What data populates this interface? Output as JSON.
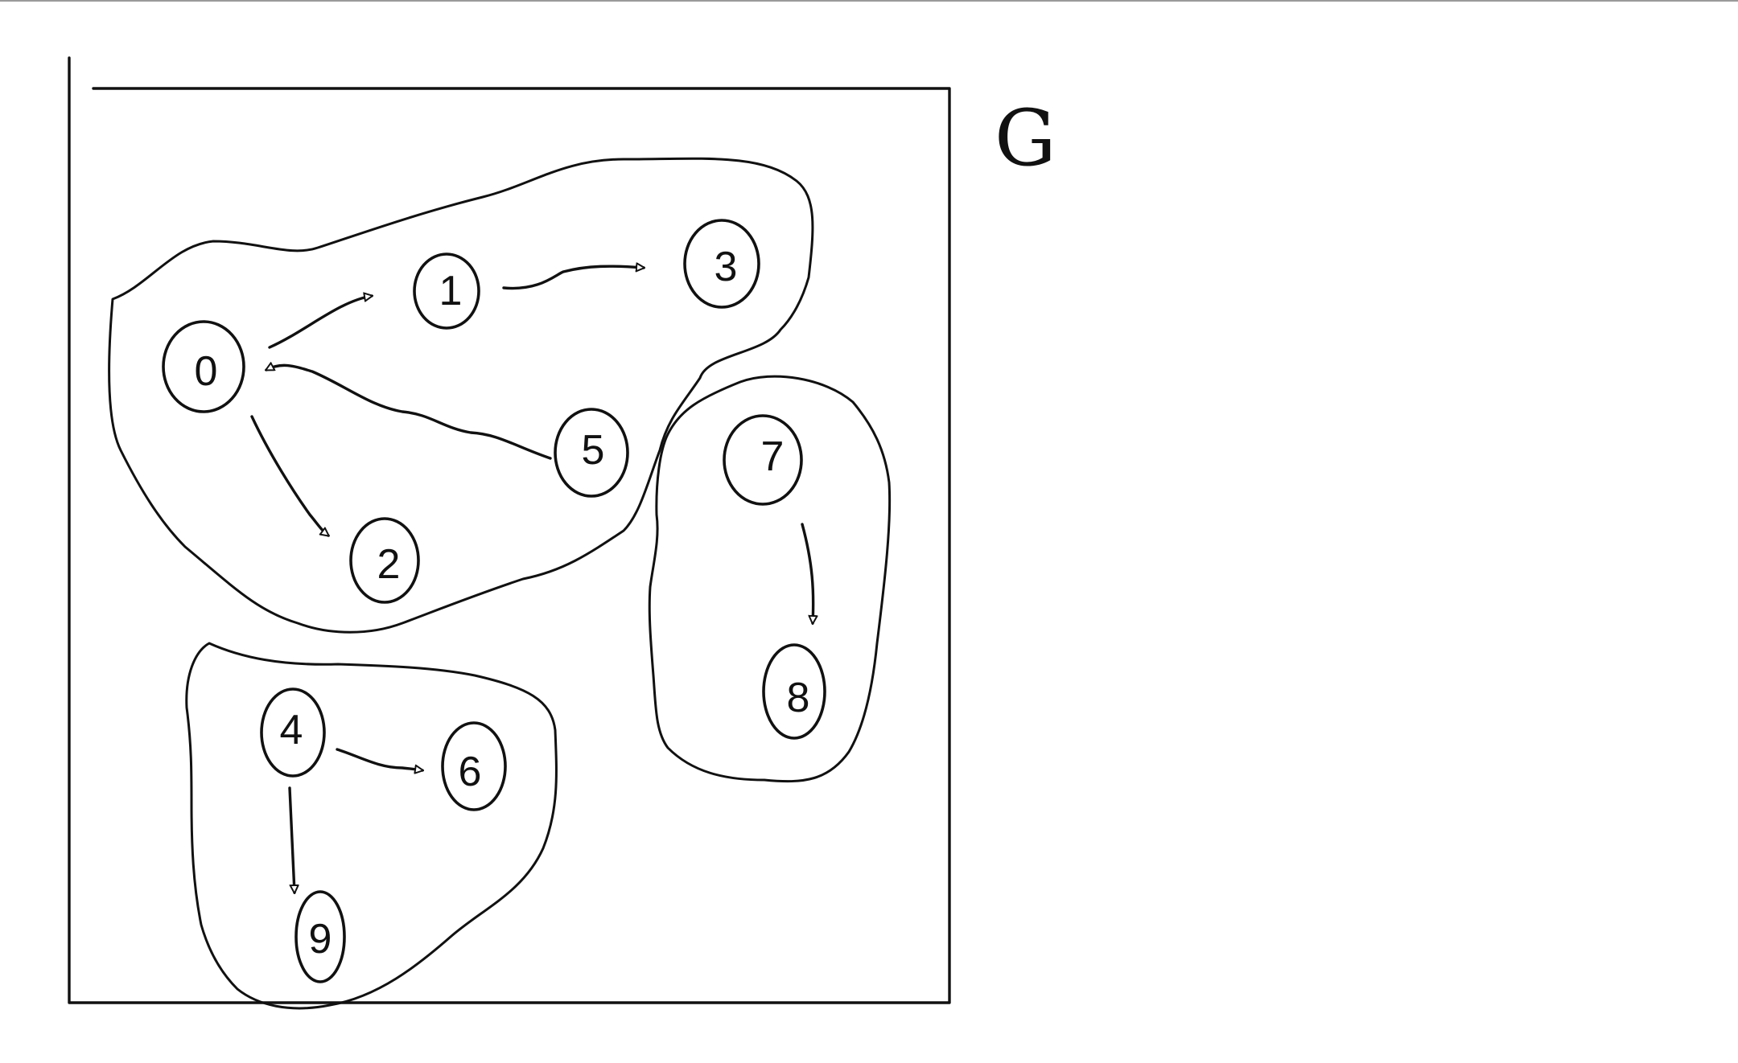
{
  "diagram": {
    "graph_label": "G",
    "nodes": [
      {
        "id": "node-0",
        "label": "0"
      },
      {
        "id": "node-1",
        "label": "1"
      },
      {
        "id": "node-2",
        "label": "2"
      },
      {
        "id": "node-3",
        "label": "3"
      },
      {
        "id": "node-4",
        "label": "4"
      },
      {
        "id": "node-5",
        "label": "5"
      },
      {
        "id": "node-6",
        "label": "6"
      },
      {
        "id": "node-7",
        "label": "7"
      },
      {
        "id": "node-8",
        "label": "8"
      },
      {
        "id": "node-9",
        "label": "9"
      }
    ],
    "edges": [
      {
        "from": "0",
        "to": "1"
      },
      {
        "from": "1",
        "to": "3"
      },
      {
        "from": "0",
        "to": "2"
      },
      {
        "from": "5",
        "to": "0"
      },
      {
        "from": "4",
        "to": "6"
      },
      {
        "from": "4",
        "to": "9"
      },
      {
        "from": "7",
        "to": "8"
      }
    ],
    "components": [
      [
        "0",
        "1",
        "2",
        "3",
        "5"
      ],
      [
        "4",
        "6",
        "9"
      ],
      [
        "7",
        "8"
      ]
    ],
    "colors": {
      "ink": "#111111",
      "background": "#ffffff"
    }
  }
}
